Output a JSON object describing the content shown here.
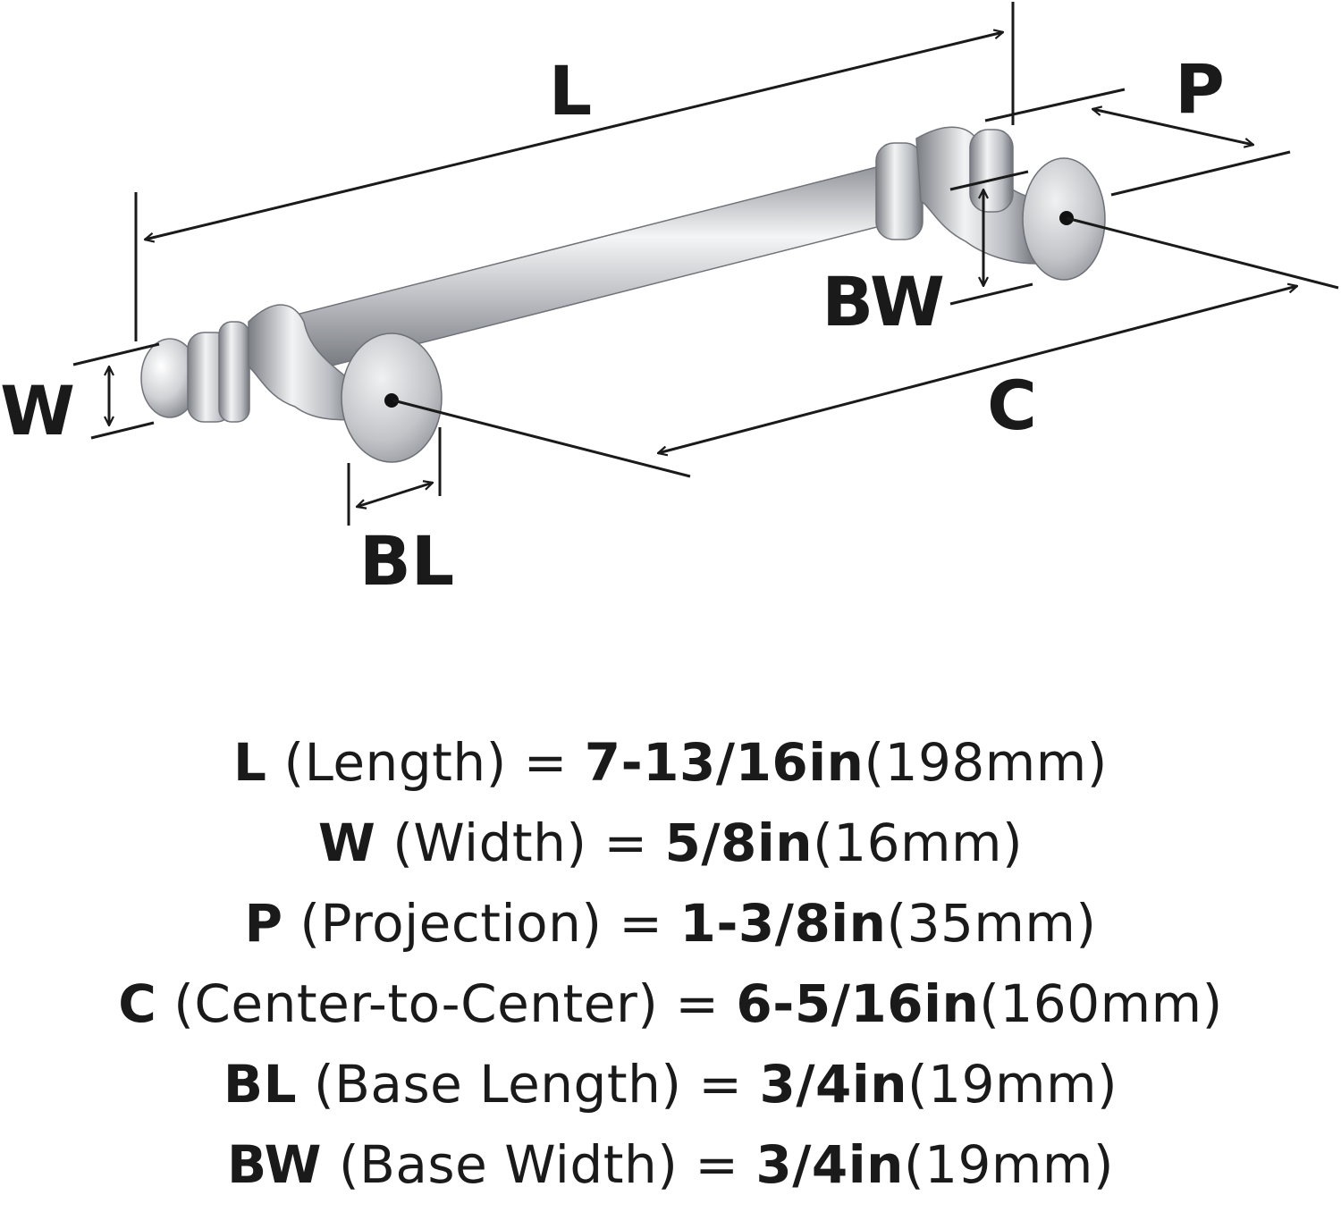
{
  "colors": {
    "ink": "#1a1a1a",
    "metal_dark": "#6f7278",
    "metal_mid": "#b8bbc0",
    "metal_light": "#f4f5f6",
    "background": "#ffffff"
  },
  "diagram": {
    "labels": {
      "L": "L",
      "P": "P",
      "W": "W",
      "BW": "BW",
      "C": "C",
      "BL": "BL"
    }
  },
  "specs": [
    {
      "code": "L",
      "name": "(Length)",
      "eq": "=",
      "inch": "7-13/16in",
      "mm": "(198mm)"
    },
    {
      "code": "W",
      "name": "(Width)",
      "eq": "=",
      "inch": "5/8in",
      "mm": "(16mm)"
    },
    {
      "code": "P",
      "name": "(Projection)",
      "eq": "=",
      "inch": "1-3/8in",
      "mm": "(35mm)"
    },
    {
      "code": "C",
      "name": "(Center-to-Center)",
      "eq": "=",
      "inch": "6-5/16in",
      "mm": "(160mm)"
    },
    {
      "code": "BL",
      "name": "(Base Length)",
      "eq": "=",
      "inch": "3/4in",
      "mm": "(19mm)"
    },
    {
      "code": "BW",
      "name": "(Base Width)",
      "eq": "=",
      "inch": "3/4in",
      "mm": "(19mm)"
    }
  ]
}
